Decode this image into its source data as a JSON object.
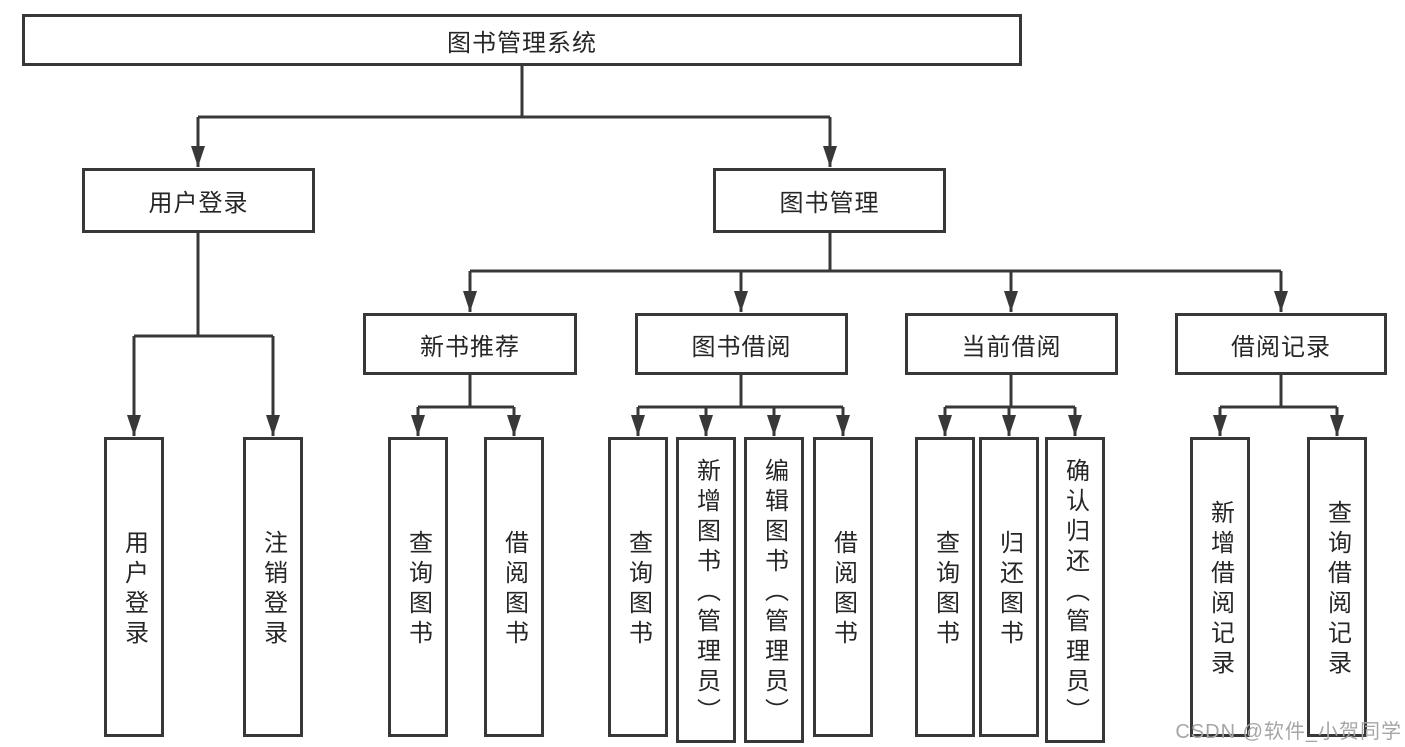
{
  "diagram": {
    "root": {
      "label": "图书管理系统"
    },
    "branches": {
      "user": {
        "label": "用户登录",
        "children": [
          "用户登录",
          "注销登录"
        ]
      },
      "book": {
        "label": "图书管理",
        "sections": [
          {
            "label": "新书推荐",
            "children": [
              "查询图书",
              "借阅图书"
            ]
          },
          {
            "label": "图书借阅",
            "children": [
              "查询图书",
              "新增图书（管理员）",
              "编辑图书（管理员）",
              "借阅图书"
            ]
          },
          {
            "label": "当前借阅",
            "children": [
              "查询图书",
              "归还图书",
              "确认归还（管理员）"
            ]
          },
          {
            "label": "借阅记录",
            "children": [
              "新增借阅记录",
              "查询借阅记录"
            ]
          }
        ]
      }
    }
  },
  "watermark": "CSDN @软件_小贺同学",
  "colors": {
    "line": "#383838",
    "text": "#262626",
    "watermark": "#a6a6a6",
    "background": "#ffffff"
  }
}
